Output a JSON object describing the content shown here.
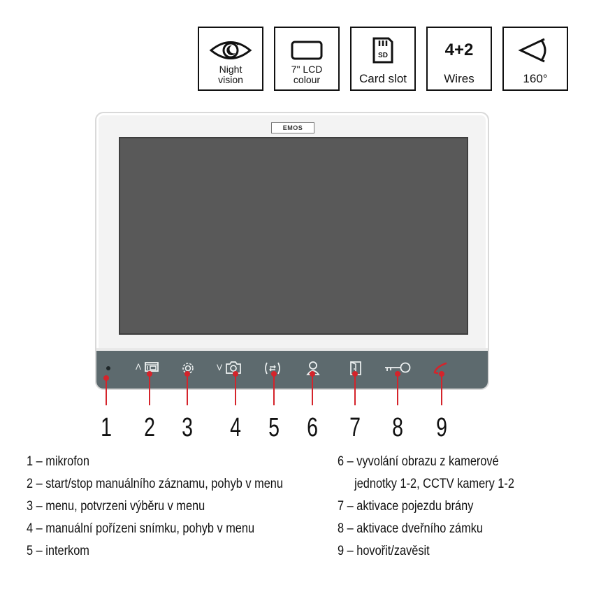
{
  "features": [
    {
      "icon": "night-vision-eye-moon-icon",
      "line1": "Night",
      "line2": "vision"
    },
    {
      "icon": "lcd-screen-icon",
      "line1": "7\" LCD",
      "line2": "colour"
    },
    {
      "icon": "sd-card-icon",
      "icon_text": "SD",
      "label": "Card slot"
    },
    {
      "icon": "wires-text",
      "icon_text": "4+2",
      "label": "Wires"
    },
    {
      "icon": "viewing-angle-icon",
      "label": "160°"
    }
  ],
  "monitor": {
    "brand": "EMOS",
    "controls": [
      {
        "name": "microphone",
        "icon": "microphone-hole-icon"
      },
      {
        "name": "record-up",
        "icon": "record-video-icon",
        "prefix": "Λ"
      },
      {
        "name": "menu",
        "icon": "gear-icon"
      },
      {
        "name": "snapshot-down",
        "icon": "camera-icon",
        "prefix": "V"
      },
      {
        "name": "intercom",
        "icon": "intercom-icon"
      },
      {
        "name": "monitor-camera",
        "icon": "person-icon"
      },
      {
        "name": "gate",
        "icon": "door-icon"
      },
      {
        "name": "door-lock",
        "icon": "key-icon"
      },
      {
        "name": "talk-hangup",
        "icon": "handset-icon"
      }
    ]
  },
  "numbers": [
    "1",
    "2",
    "3",
    "4",
    "5",
    "6",
    "7",
    "8",
    "9"
  ],
  "legend": {
    "left": [
      "1 – mikrofon",
      "2 – start/stop manuálního záznamu, pohyb v menu",
      "3 – menu, potvrzeni výběru v menu",
      "4 – manuální pořízeni snímku, pohyb v menu",
      "5 – interkom"
    ],
    "right": [
      "6 – vyvolání obrazu z kamerové",
      "jednotky 1-2, CCTV kamery 1-2",
      "7 – aktivace pojezdu brány",
      "8 – aktivace dveřního zámku",
      "9 – hovořit/zavěsit"
    ]
  },
  "colors": {
    "callout": "#d4242b",
    "panel": "#5d6a6e",
    "screen": "#595959",
    "bezel": "#f3f3f3"
  }
}
